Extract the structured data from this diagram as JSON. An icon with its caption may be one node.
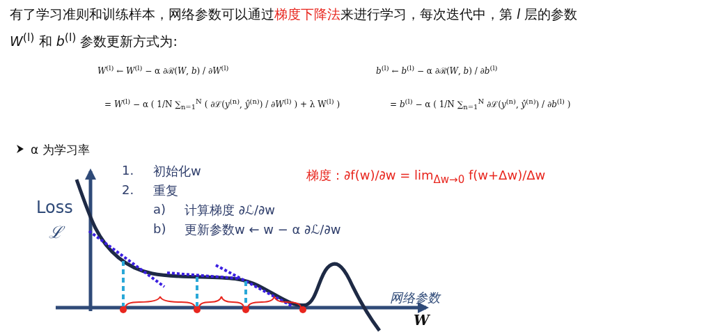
{
  "diagram": {
    "labels": [
      "有了学习准则和训练样本，网络参数可以通过**梯度下降法**来进行学习，每次迭代中，第 *l* 层的参数",
      "*W*$^{(l)}$ 和 *b*$^{(l)}$ 参数更新方式为:",
      "*W*$^{(l)}$ ← *W*$^{(l)}$ − α ∂ℛ(*W*, *b*) / ∂*W*$^{(l)}$",
      "= *W*$^{(l)}$ − α ( 1/N ∑$_{n=1}$$^{N}$ ( ∂ℒ(*y*$^{(n)}$, *ŷ*$^{(n)}$) / ∂*W*$^{(l)}$ ) + λ W$^{(l)}$ )",
      "*b*$^{(l)}$ ← *b*$^{(l)}$ − α ∂ℛ(*W*, *b*) / ∂*b*$^{(l)}$",
      "= *b*$^{(l)}$ − α ( 1/N ∑$_{n=1}$$^{N}$ ∂ℒ(*y*$^{(n)}$, *ŷ*$^{(n)}$) / ∂*b*$^{(l)}$ )",
      "α 为学习率",
      "1.",
      "初始化w",
      "2.",
      "重复",
      "a)",
      "计算梯度 ∂ℒ/∂w",
      "b)",
      "更新参数w ← w − α ∂ℒ/∂w",
      "梯度：∂f(w)/∂w = lim$_{Δw→0}$ f(w+Δw)/Δw",
      "Loss",
      "ℒ",
      "网络参数",
      "W"
    ]
  }
}
